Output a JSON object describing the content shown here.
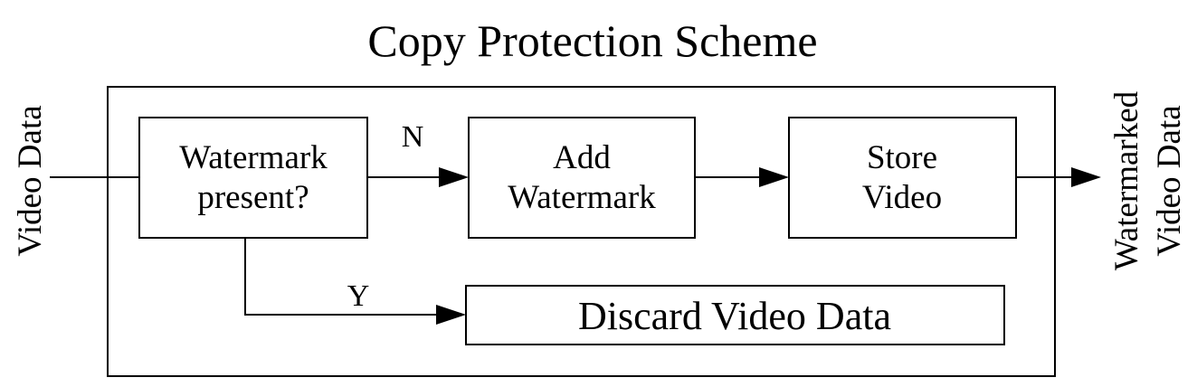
{
  "title": "Copy Protection Scheme",
  "input_label": "Video Data",
  "output_label": {
    "line1": "Watermarked",
    "line2": "Video Data"
  },
  "blocks": {
    "check": {
      "line1": "Watermark",
      "line2": "present?"
    },
    "add": {
      "line1": "Add",
      "line2": "Watermark"
    },
    "store": {
      "line1": "Store",
      "line2": "Video"
    },
    "discard": {
      "label": "Discard Video Data"
    }
  },
  "branches": {
    "no": "N",
    "yes": "Y"
  }
}
